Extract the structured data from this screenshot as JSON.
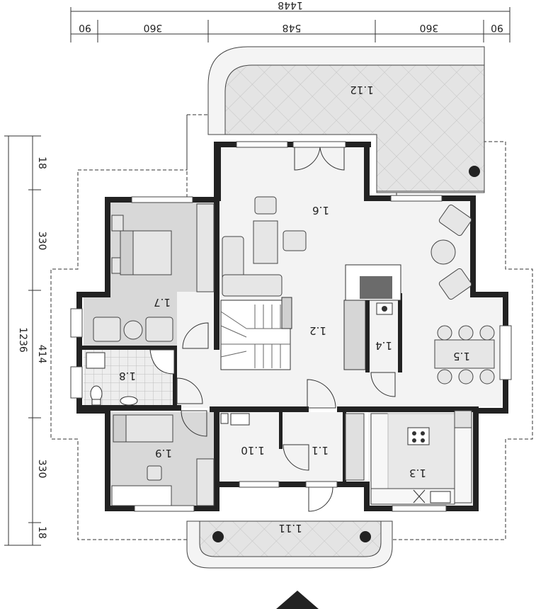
{
  "dimensions": {
    "top_total": "1448",
    "top_segments": [
      "90",
      "360",
      "548",
      "360",
      "90"
    ],
    "left_total": "1236",
    "left_segments": [
      "18",
      "330",
      "414",
      "330",
      "18"
    ]
  },
  "rooms": {
    "r1_2": "1.2",
    "r1_3": "1.3",
    "r1_4": "1.4",
    "r1_5": "1.5",
    "r1_6": "1.6",
    "r1_7": "1.7",
    "r1_8": "1.8",
    "r1_9": "1.9",
    "r1_10": "1.10",
    "r1_11": "1.11",
    "r1_12": "1.12",
    "r1_1": "1.1"
  },
  "colors": {
    "wall": "#222222",
    "floor_light": "#f1f1f1",
    "floor_grey": "#d9d9d9",
    "terrace": "#e2e2e2"
  }
}
